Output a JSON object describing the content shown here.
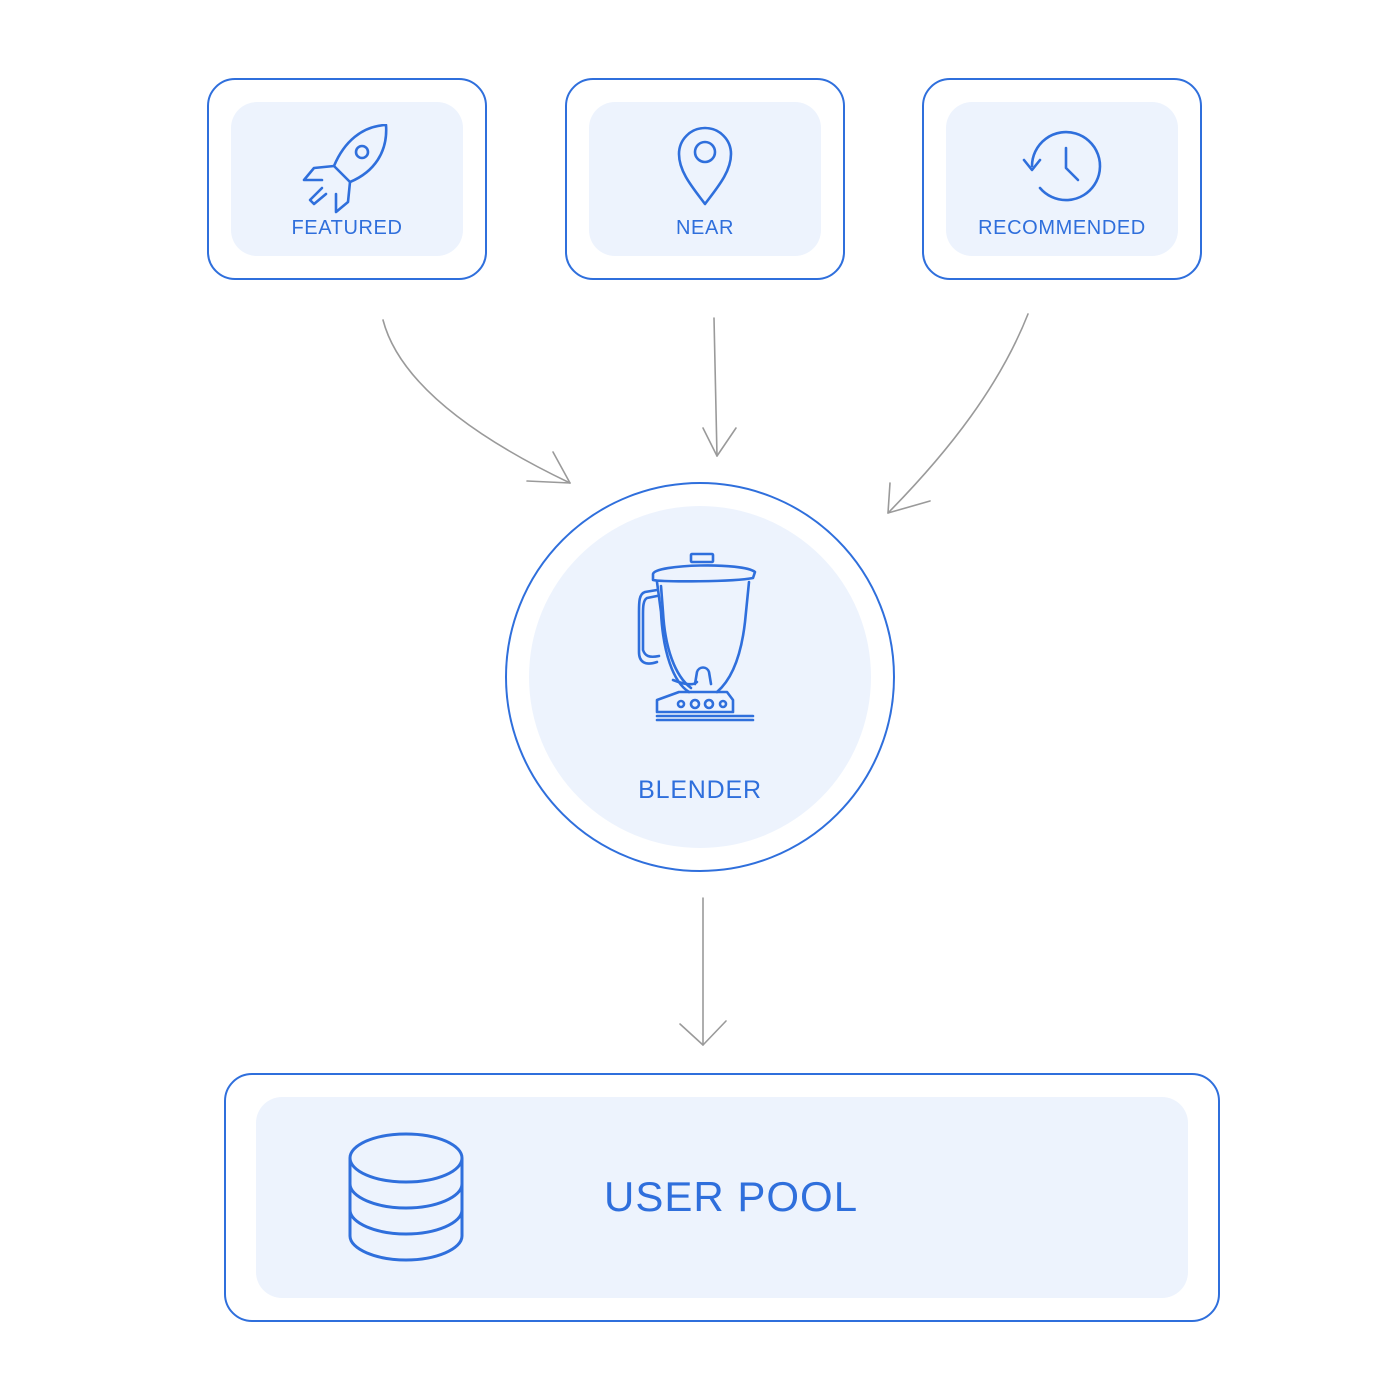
{
  "colors": {
    "accent": "#2f6fdc",
    "fill": "#edf3fd",
    "arrow": "#9a9a9a"
  },
  "sources": [
    {
      "id": "featured",
      "label": "FEATURED",
      "icon": "rocket-icon"
    },
    {
      "id": "near",
      "label": "NEAR",
      "icon": "location-pin-icon"
    },
    {
      "id": "recommended",
      "label": "RECOMMENDED",
      "icon": "history-clock-icon"
    }
  ],
  "blender": {
    "label": "BLENDER",
    "icon": "blender-icon"
  },
  "pool": {
    "label": "USER POOL",
    "icon": "database-icon"
  }
}
